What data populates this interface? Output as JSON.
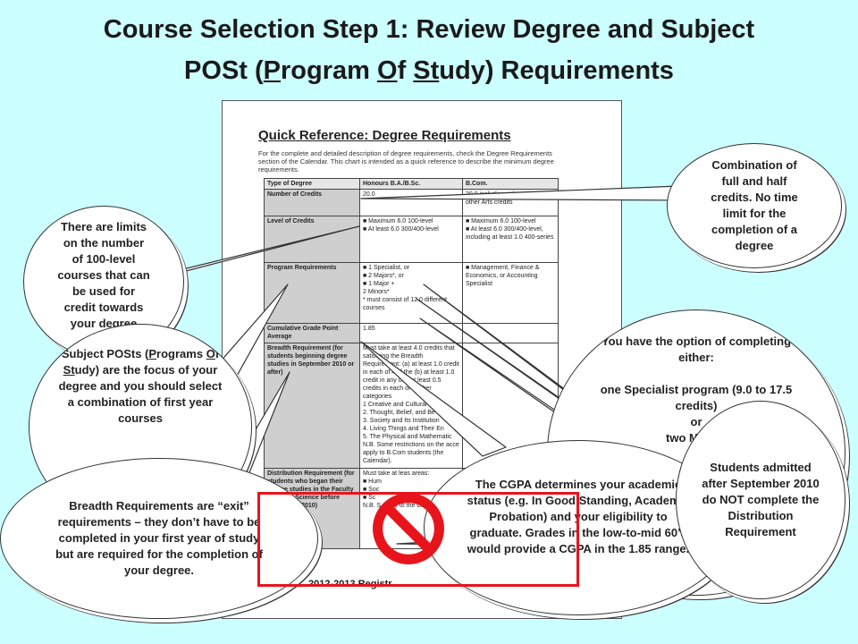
{
  "title": {
    "line1": "Course Selection Step 1: Review Degree and  Subject",
    "line2_prefix": "POSt (",
    "line2_p": "P",
    "line2_rogram": "rogram ",
    "line2_o": "O",
    "line2_f": "f ",
    "line2_st": "St",
    "line2_udy": "udy) Requirements"
  },
  "document": {
    "heading": "Quick Reference: Degree Requirements",
    "intro": "For the complete and detailed description of degree requirements, check the Degree Requirements section of the Calendar. This chart is intended as a quick reference to describe the minimum degree requirements.",
    "columns": [
      "Type of Degree",
      "Honours B.A./B.Sc.",
      "B.Com."
    ],
    "rows": [
      {
        "label": "Number of Credits",
        "c1": "20.0",
        "c2": "20.0 including at least 10.0 other Arts credits"
      },
      {
        "label": "Level of Credits",
        "c1": "■ Maximum 6.0 100-level\n■ At least 6.0 300/400-level",
        "c2": "■ Maximum 6.0 100-level\n■ At least 6.0 300/400-level, including at least 1.0 400-series"
      },
      {
        "label": "Program Requirements",
        "c1": "■ 1 Specialist, or\n■ 2 Majors*, or\n■ 1 Major +\n   2 Minors*\n* must consist of 12.0 different courses",
        "c2": "■ Management, Finance & Economics, or Accounting Specialist"
      },
      {
        "label": "Cumulative Grade Point Average",
        "c1": "1.85",
        "c2": ""
      },
      {
        "label": "Breadth Requirement (for students beginning degree studies in September 2010 or after)",
        "c1": "Must take at least 4.0 credits that satisfying the Breadth Requirement: (a) at least 1.0 credit in each of 4 of the (b) at least 1.0 credit in any of 3 at least 0.5 credits in each of 2 other categories\n1 Creative and Cultural\n2. Thought, Belief, and Be\n3. Society and Its Institution\n4. Living Things and Their En\n5. The Physical and Mathematic\nN.B. Some restrictions on the acce apply to B.Com students (the Calendar).",
        "c2": ""
      },
      {
        "label": "Distribution Requirement (for students who began their degree studies in the Faculty of Arts & Science before September 2010)",
        "c1": "Must take at leas areas:\n■ Hum\n■ Soc\n■ Sc\nN.B. S apply to the Calendar",
        "c2": ""
      }
    ],
    "footer": "2012-2013 Registr"
  },
  "bubbles": {
    "levels": "There are limits on the number of 100-level courses that can be used for credit towards your degree",
    "credits": "Combination of full and half credits. No time limit for the completion of a degree",
    "subject_pre": "Subject POSts (",
    "subject_p": "P",
    "subject_rograms": "rograms ",
    "subject_o": "O",
    "subject_f": "f ",
    "subject_st": "St",
    "subject_post": "udy) are the focus of your degree and you should select  a combination of first year courses",
    "breadth": "Breadth Requirements are “exit” requirements – they don’t have to be completed in your first year of study but are required for the completion of your degree.",
    "option": "You have the option of completing either:\n\none Specialist program (9.0 to 17.5 credits)\nor\ntwo Majors\nor\na Major and two Minors",
    "cgpa": "The CGPA determines your academic status (e.g. In Good Standing, Academic Probation) and your eligibility to graduate. Grades in the low-to-mid 60’s would provide a CGPA in the 1.85 range.",
    "distrib": "Students admitted after September 2010 do NOT complete the Distribution Requirement"
  },
  "colors": {
    "background": "#ccffff",
    "alert": "#e8141c"
  },
  "icons": {
    "prohibited": "no-entry-sign"
  }
}
